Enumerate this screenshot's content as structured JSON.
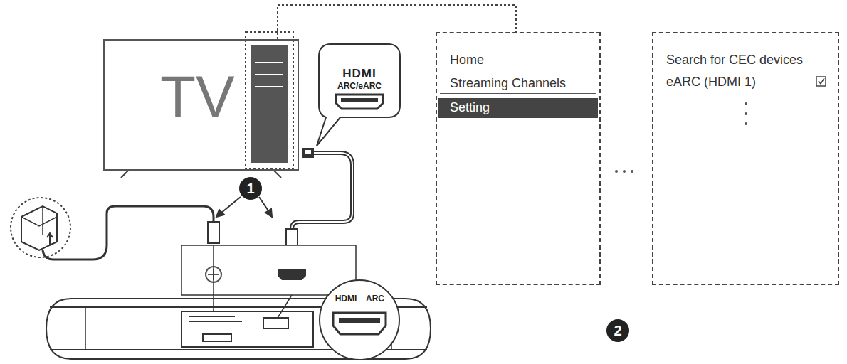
{
  "diagram": {
    "nodes": [
      {
        "text": [
          "TV"
        ]
      },
      {
        "text": [
          "Home",
          "Streaming Channels",
          "Setting"
        ]
      },
      {
        "text": [
          "Search for CEC devices",
          "eARC (HDMI 1)"
        ]
      }
    ],
    "edges": [
      {
        "from": 0,
        "to": 1,
        "arrow": "none"
      }
    ],
    "labels": [
      "1",
      "HDMI",
      "ARC/eARC",
      "HDMI",
      "ARC",
      "2"
    ]
  }
}
